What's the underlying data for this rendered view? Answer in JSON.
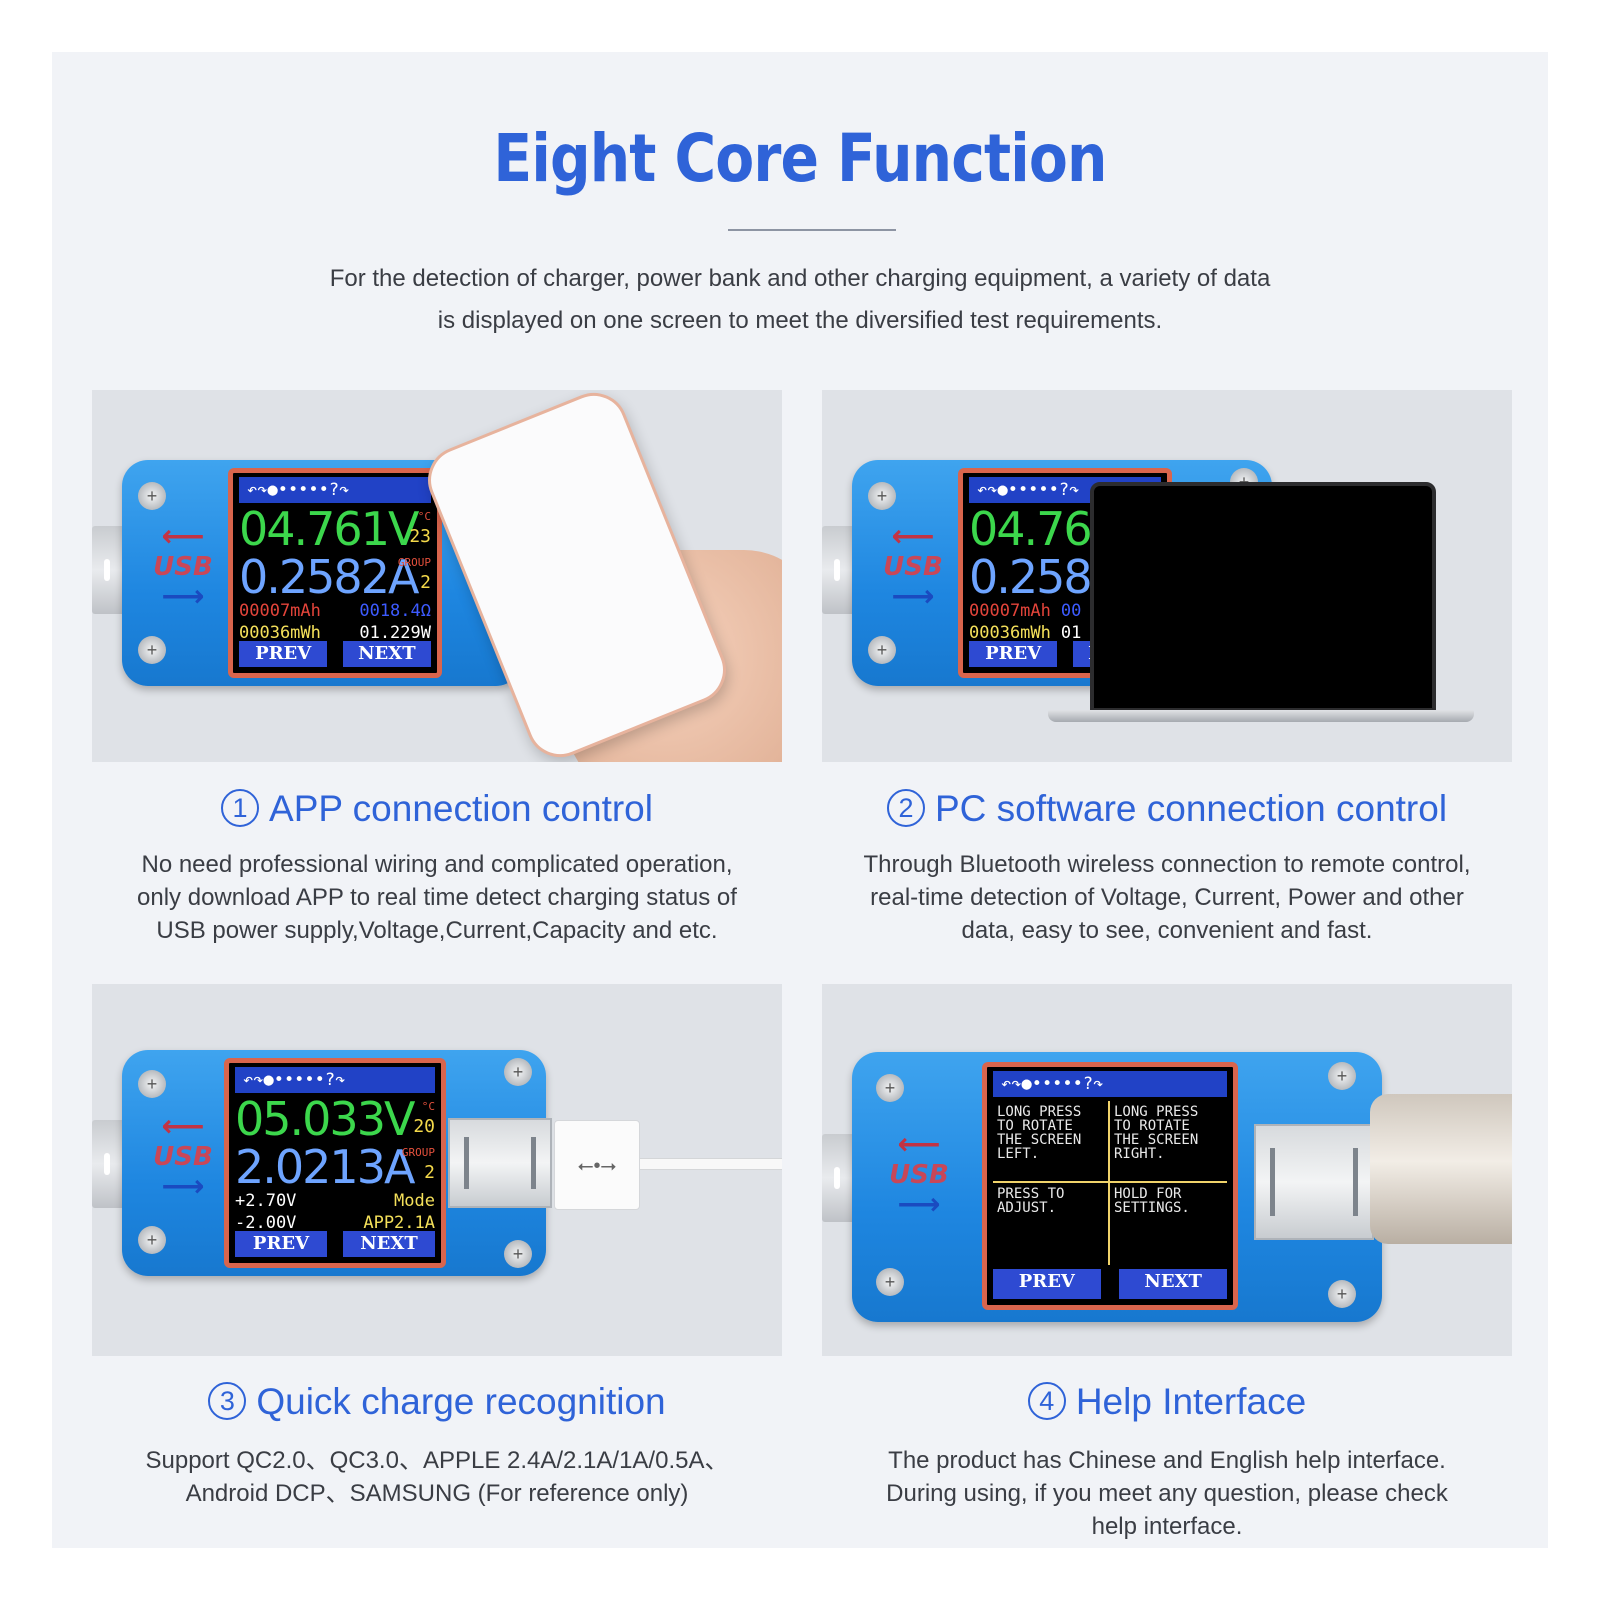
{
  "header": {
    "title": "Eight Core Function",
    "intro_line1": "For the detection of charger, power bank and other charging equipment, a variety of data",
    "intro_line2": "is displayed on one screen to meet the diversified test requirements."
  },
  "sections": [
    {
      "number": "1",
      "title": "APP connection control",
      "lines": [
        "No need professional wiring and complicated operation,",
        "only download APP to real time detect charging status of",
        "USB power supply,Voltage,Current,Capacity and etc."
      ]
    },
    {
      "number": "2",
      "title": "PC software connection control",
      "lines": [
        "Through Bluetooth wireless connection to remote control,",
        "real-time detection of Voltage, Current, Power and other",
        "data, easy to see, convenient and fast."
      ]
    },
    {
      "number": "3",
      "title": "Quick charge recognition",
      "lines": [
        "Support QC2.0、QC3.0、APPLE  2.4A/2.1A/1A/0.5A、",
        "Android DCP、SAMSUNG (For reference only)"
      ]
    },
    {
      "number": "4",
      "title": "Help Interface",
      "lines": [
        "The product has Chinese and English help interface.",
        "During using, if you meet any question, please check",
        "help interface."
      ]
    }
  ],
  "device": {
    "usb_label": "USB",
    "status_icons": "↶↷●•••••?↷",
    "prev": "PREV",
    "next": "NEXT",
    "group_label": "GROUP",
    "temp_unit": "°C",
    "screen1": {
      "voltage": "04.761V",
      "current": "0.2582A",
      "temp": "23",
      "group": "2",
      "mah": "00007mAh",
      "ohm": "0018.4Ω",
      "mwh": "00036mWh",
      "watt": "01.229W"
    },
    "screen2": {
      "voltage": "04.761",
      "current": "0.2582",
      "mah": "00007mAh",
      "ohm": "00",
      "mwh": "00036mWh",
      "watt": "01"
    },
    "screen3": {
      "voltage": "05.033V",
      "current": "2.0213A",
      "temp": "20",
      "group": "2",
      "dp": "+2.70V",
      "dn": "-2.00V",
      "mode_label": "Mode",
      "mode": "APP2.1A"
    },
    "screen4": {
      "tl": "LONG PRESS\nTO ROTATE\nTHE SCREEN\nLEFT.",
      "tr": "LONG PRESS\nTO ROTATE\nTHE SCREEN\nRIGHT.",
      "bl": "PRESS TO\nADJUST.",
      "br": "HOLD FOR\nSETTINGS."
    }
  },
  "colors": {
    "accent": "#2f63d8",
    "body_text": "#3a3d44",
    "panel": "#f1f3f7",
    "device_blue": "#1e86e0",
    "lcd_frame": "#d9654d"
  }
}
